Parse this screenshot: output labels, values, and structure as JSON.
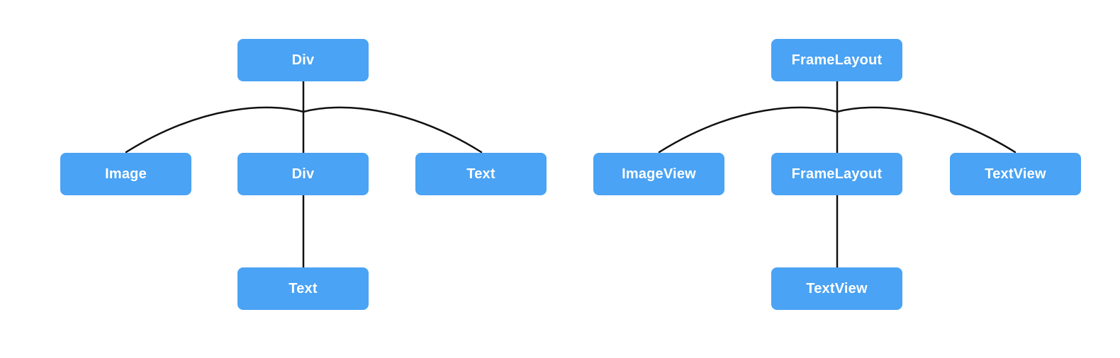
{
  "colors": {
    "node_fill": "#4aa3f4",
    "node_text": "#ffffff",
    "edge": "#111111"
  },
  "html_tree": {
    "root": "Div",
    "children": [
      "Image",
      "Div",
      "Text"
    ],
    "grandchild": "Text"
  },
  "android_tree": {
    "root": "FrameLayout",
    "children": [
      "ImageView",
      "FrameLayout",
      "TextView"
    ],
    "grandchild": "TextView"
  }
}
